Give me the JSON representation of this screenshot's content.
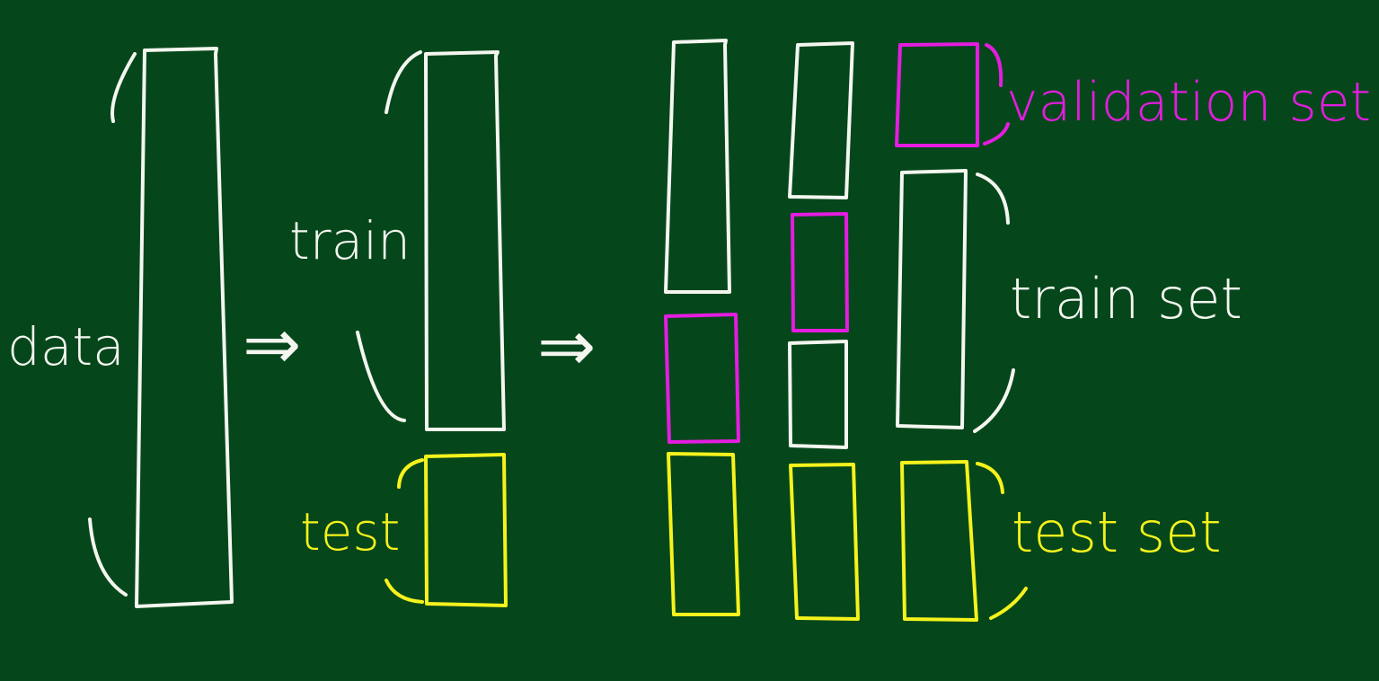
{
  "labels": {
    "data": "data",
    "train": "train",
    "test": "test",
    "validation_set": "validation set",
    "train_set": "train set",
    "test_set": "test set"
  },
  "arrows": [
    "⇒",
    "⇒"
  ],
  "colors": {
    "background": "#05471b",
    "chalk_white": "#f4f6ef",
    "chalk_yellow": "#f5f21c",
    "chalk_magenta": "#e51ce0"
  }
}
